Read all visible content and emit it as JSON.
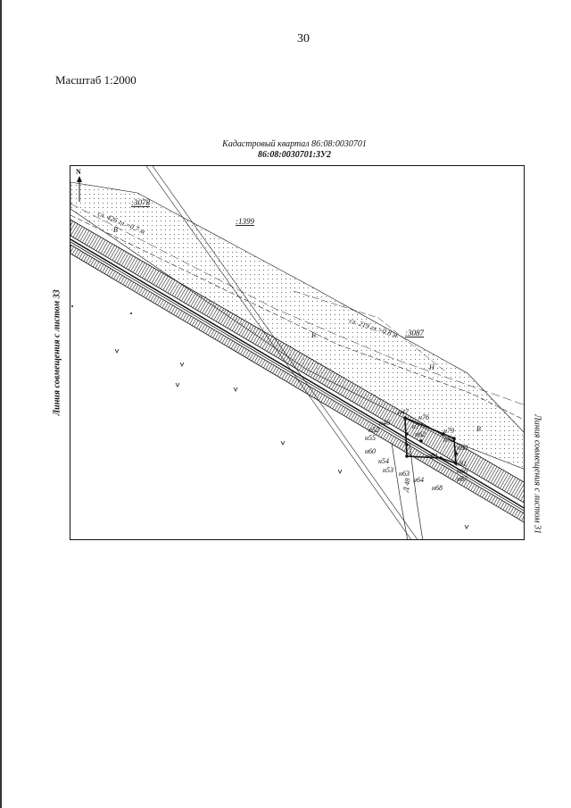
{
  "page": {
    "number": "30",
    "scale": "Масштаб 1:2000"
  },
  "map": {
    "title": "Кадастровый квартал 86:08:0030701",
    "subtitle": "86:08:0030701:ЗУ2",
    "side_left": "Линия совмещения с листом 33",
    "side_right": "Линия совмещения с листом 31",
    "north": "N",
    "parcels": [
      ":3078",
      ":1399",
      ":3087"
    ],
    "annotations": [
      "сл. 426 гл.=0.7 м",
      "сл. 219 гл.=0.8 м",
      "В",
      "В",
      "В",
      "Н",
      "Д 48"
    ],
    "points": [
      "н47",
      "н76",
      "н46",
      "н77",
      "н52",
      "н62",
      "н79",
      "н55",
      "н78",
      "н80",
      "н60",
      "н61",
      "н54",
      "н81",
      "н53",
      "н66",
      "н63",
      "н64",
      "н67",
      "н68"
    ],
    "colors": {
      "ink": "#111111",
      "paper": "#ffffff"
    }
  }
}
